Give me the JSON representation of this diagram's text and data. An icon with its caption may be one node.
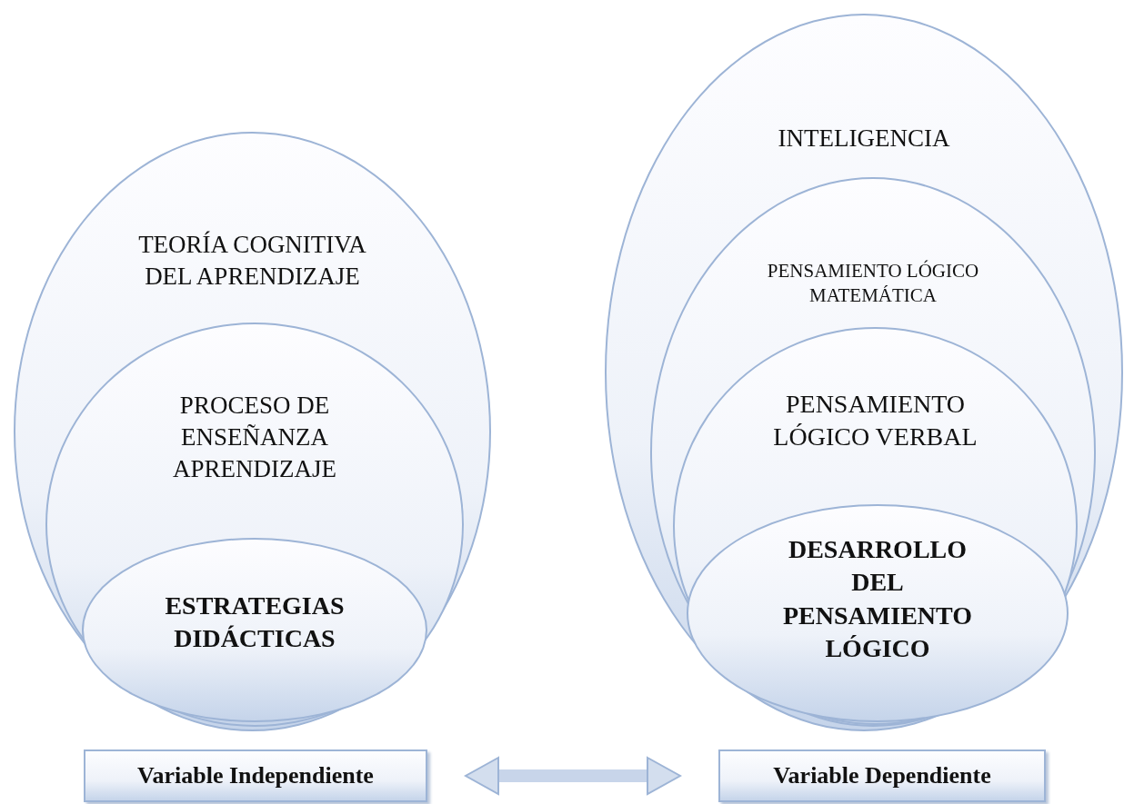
{
  "diagram": {
    "nodes": [
      {
        "text": [
          "TEORÍA COGNITIVA DEL APRENDIZAJE"
        ]
      },
      {
        "text": [
          "PROCESO DE ENSEÑANZA APRENDIZAJE"
        ],
        "in": 0
      },
      {
        "text": [
          "ESTRATEGIAS DIDÁCTICAS"
        ],
        "in": 1
      },
      {
        "text": [
          "INTELIGENCIA"
        ]
      },
      {
        "text": [
          "PENSAMIENTO LÓGICO MATEMÁTICA"
        ],
        "in": 3
      },
      {
        "text": [
          "PENSAMIENTO LÓGICO VERBAL"
        ],
        "in": 4
      },
      {
        "text": [
          "DESARROLLO DEL PENSAMIENTO LÓGICO"
        ],
        "in": 5
      },
      {
        "text": [
          "Variable Independiente"
        ]
      },
      {
        "text": [
          "Variable Dependiente"
        ]
      }
    ],
    "edges": [
      {
        "from": 7,
        "to": 8,
        "arrow": "both"
      }
    ]
  }
}
